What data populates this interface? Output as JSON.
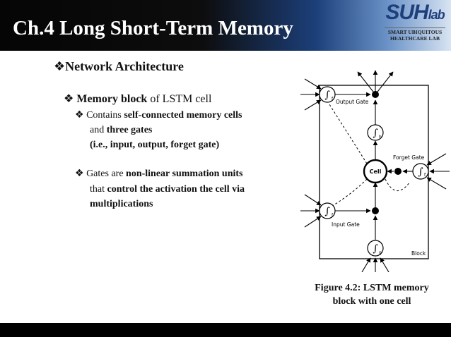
{
  "header": {
    "title": "Ch.4 Long Short-Term Memory",
    "logo": {
      "wordmark": "SUH",
      "suffix": "lab",
      "line1": "SMART UBIQUITOUS",
      "line2": "HEALTHCARE LAB"
    }
  },
  "bullets": {
    "level1": {
      "text": "Network Architecture"
    },
    "level2": {
      "bold": "Memory block",
      "rest": " of LSTM cell"
    },
    "item1": {
      "line1_a": "Contains ",
      "line1_b": "self-connected memory cells",
      "line2_a": "and ",
      "line2_b": "three gates",
      "line3": "(i.e., input, output, forget gate)"
    },
    "item2": {
      "line1_a": "Gates are ",
      "line1_b": "non-linear summation units",
      "line2_a": "that ",
      "line2_b": "control the activation the cell via",
      "line3": "multiplications"
    }
  },
  "figure": {
    "labels": {
      "output_gate": "Output Gate",
      "forget_gate": "Forget Gate",
      "input_gate": "Input Gate",
      "cell": "Cell",
      "block": "Block",
      "f": "f",
      "h": "h",
      "g": "g"
    },
    "caption_line1": "Figure 4.2: LSTM memory",
    "caption_line2": "block with one cell"
  }
}
